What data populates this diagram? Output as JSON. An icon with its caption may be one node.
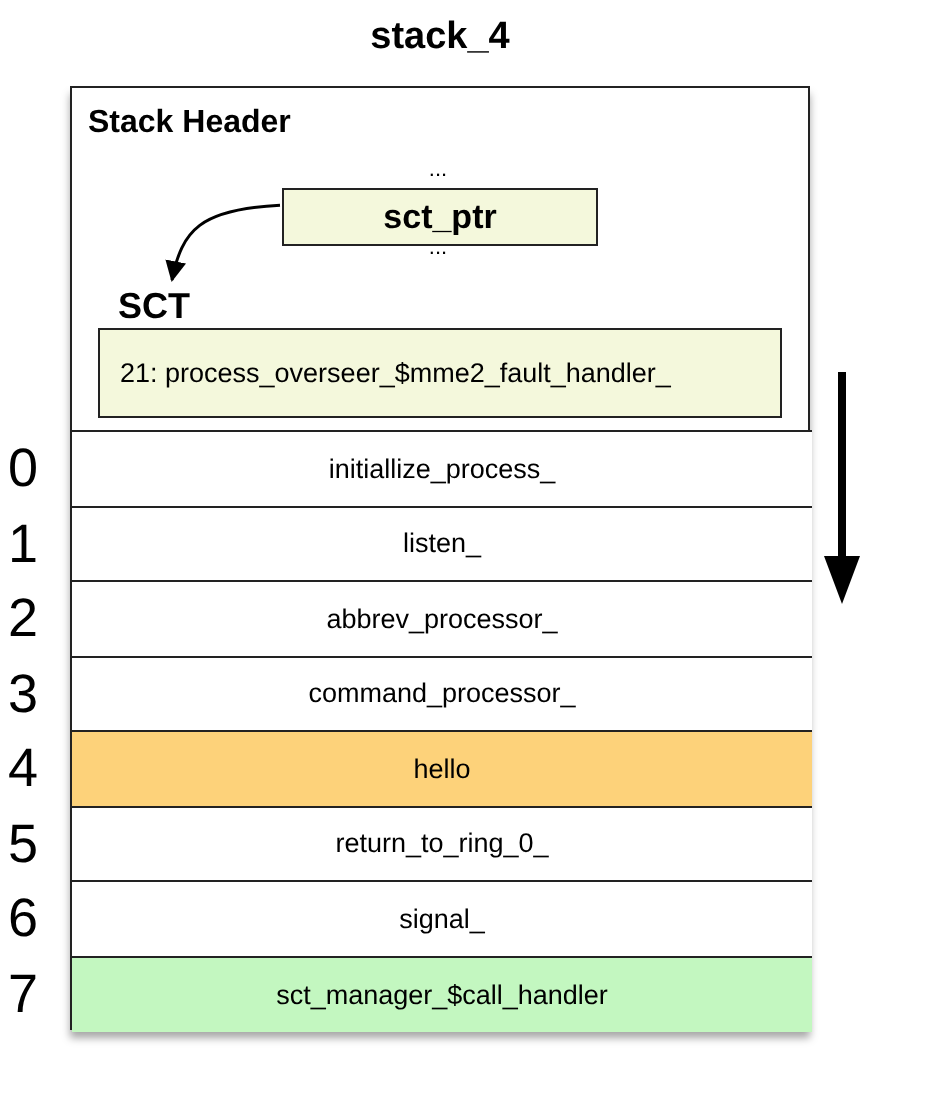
{
  "diagram": {
    "nodes": [
      {
        "text": [
          "stack_4"
        ]
      },
      {
        "text": [
          "Stack Header"
        ],
        "in": 0
      },
      {
        "text": [
          "sct_ptr"
        ],
        "in": 1,
        "beside": [
          "...",
          "..."
        ]
      },
      {
        "text": [
          "SCT",
          "21: process_overseer_$mme2_fault_handler_"
        ],
        "in": 1
      },
      {
        "text": [
          "initiallize_process_"
        ],
        "in": 0,
        "beside": [
          "0"
        ]
      },
      {
        "text": [
          "listen_"
        ],
        "in": 0,
        "beside": [
          "1"
        ]
      },
      {
        "text": [
          "abbrev_processor_"
        ],
        "in": 0,
        "beside": [
          "2"
        ]
      },
      {
        "text": [
          "command_processor_"
        ],
        "in": 0,
        "beside": [
          "3"
        ]
      },
      {
        "text": [
          "hello"
        ],
        "in": 0,
        "beside": [
          "4"
        ]
      },
      {
        "text": [
          "return_to_ring_0_"
        ],
        "in": 0,
        "beside": [
          "5"
        ]
      },
      {
        "text": [
          "signal_"
        ],
        "in": 0,
        "beside": [
          "6"
        ]
      },
      {
        "text": [
          "sct_manager_$call_handler"
        ],
        "in": 0,
        "beside": [
          "7"
        ]
      }
    ],
    "edges": [
      {
        "from": 2,
        "to": 3,
        "arrow": "to"
      }
    ]
  }
}
